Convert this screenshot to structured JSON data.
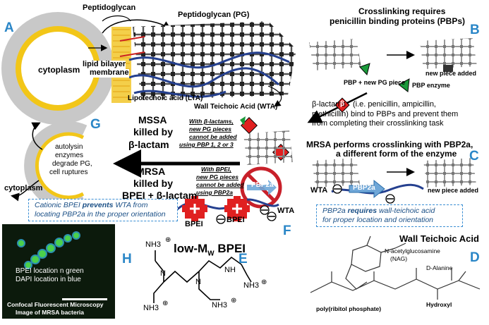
{
  "panels": {
    "a": "A",
    "b": "B",
    "c": "C",
    "d": "D",
    "e": "E",
    "f": "F",
    "g": "G",
    "h": "H"
  },
  "panelA": {
    "peptidoglycan": "Peptidoglycan",
    "peptidoglycan_pg": "Peptidoglycan (PG)",
    "cytoplasm": "cytoplasm",
    "lipid_bilayer_1": "lipid bilayer",
    "lipid_bilayer_2": "membrane",
    "lta": "Lipotechoic acid (LTA)",
    "wta": "Wall Teichoic Acid (WTA)"
  },
  "panelB": {
    "title_1": "Crosslinking requires",
    "title_2": "penicillin binding proteins (PBPs)",
    "new_piece": "new piece added",
    "pbp_piece": "PBP + new PG piece",
    "pbp_enzyme": "PBP enzyme",
    "beta": "β",
    "blactam_a": "β-lactams",
    "blactam_b": "(i.e. penicillin, ampicillin,",
    "blactam_c": "methicillin) bind to PBPs and prevent them",
    "blactam_d": "from completing their crosslinking task"
  },
  "panelC": {
    "title_1": "MRSA performs crosslinking with PBP2a,",
    "title_2": "a different form of the enzyme",
    "wta": "WTA",
    "pbp2a": "PBP2a",
    "new_piece": "new piece added",
    "box_1a": "PBP2a ",
    "box_1b": "requires",
    "box_1c": " wall-teichoic acid",
    "box_2": "for proper location and orientation"
  },
  "panelG": {
    "mssa_1": "MSSA",
    "mssa_2": "killed by",
    "mssa_3": "β-lactam",
    "mrsa_1": "MRSA",
    "mrsa_2": "killed by",
    "mrsa_3": "BPEI + β-lactam",
    "note1_1": "With β-lactams,",
    "note1_2": "new PG pieces",
    "note1_3": "cannot be added",
    "note1_4": "using PBP 1, 2 or 3",
    "note2_1": "With BPEI,",
    "note2_2": "new PG pieces",
    "note2_3": "cannot be added",
    "note2_4": "using PBP2a",
    "cell_1": "autolysin",
    "cell_2": "enzymes",
    "cell_3": "degrade PG,",
    "cell_4": "cell ruptures",
    "cytoplasm": "cytoplasm",
    "pbp2a": "PBP2a",
    "bpei_1": "BPEI",
    "bpei_2": "BPEI",
    "wta": "WTA",
    "box_1a": "Cationic BPEI ",
    "box_1b": "prevents",
    "box_1c": " WTA from",
    "box_2": "locating PBP2a in the proper orientation"
  },
  "panelH": {
    "line1": "BPEI location n green",
    "line2": "DAPI location in blue",
    "cap1": "Confocal Fluorescent Microscopy",
    "cap2": "Image of MRSA bacteria"
  },
  "panelE": {
    "title": "low-M",
    "title_sub": "W",
    "title_rest": " BPEI",
    "nh3": "NH3",
    "nh": "NH",
    "n": "N",
    "plus": "⊕"
  },
  "panelF": {
    "title": "Wall Teichoic Acid",
    "nag_1": "N-acetylglucosamine",
    "nag_2": "(NAG)",
    "alanine": "D-Alanine",
    "ribitol": "poly(ribitol phosphate)",
    "hydroxyl": "Hydroxyl"
  },
  "colors": {
    "accent": "#2a86c7",
    "lipid": "#f2c618",
    "wta": "#25408f",
    "red": "#e02020",
    "green": "#1a9a3a"
  }
}
